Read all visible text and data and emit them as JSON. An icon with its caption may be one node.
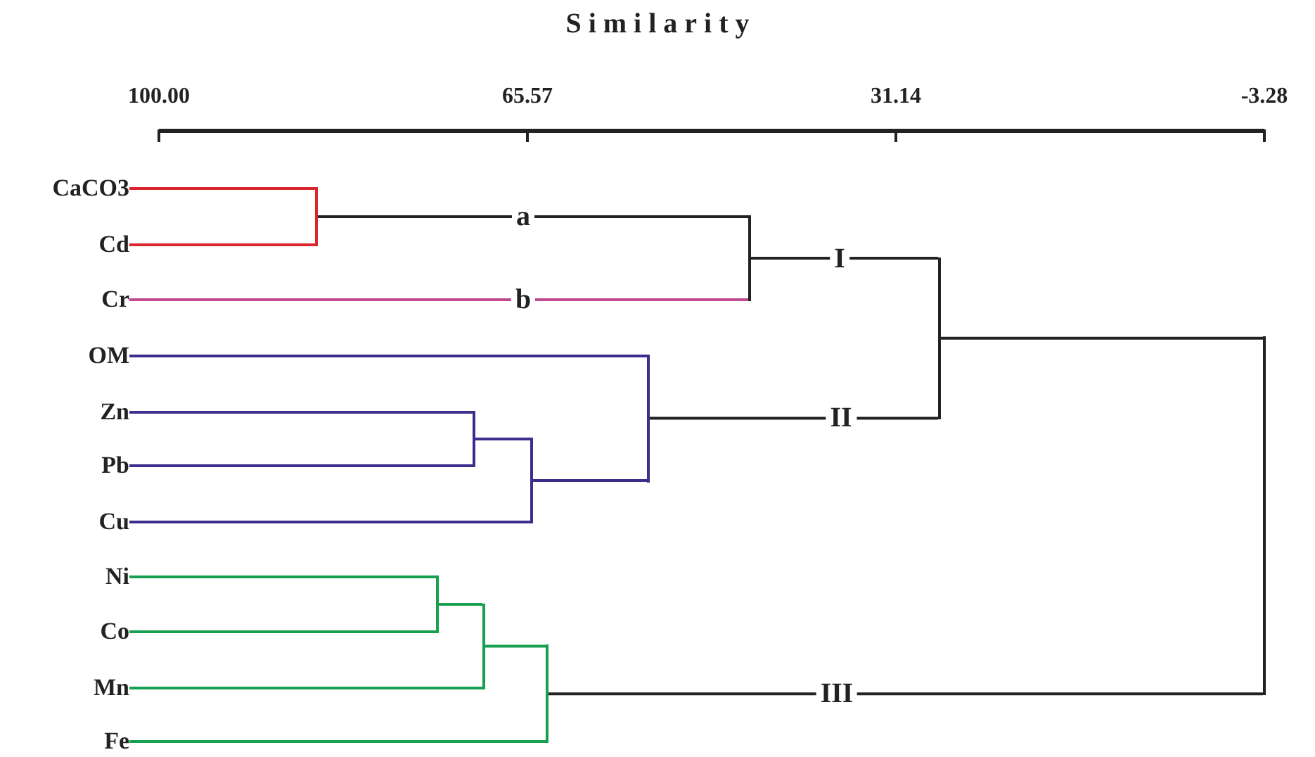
{
  "diagram": {
    "nodes": [
      {
        "text": [
          "CaCO3"
        ]
      },
      {
        "text": [
          "Cd"
        ]
      },
      {
        "text": [
          "Cr"
        ]
      },
      {
        "text": [
          "OM"
        ]
      },
      {
        "text": [
          "Zn"
        ]
      },
      {
        "text": [
          "Pb"
        ]
      },
      {
        "text": [
          "Cu"
        ]
      },
      {
        "text": [
          "Ni"
        ]
      },
      {
        "text": [
          "Co"
        ]
      },
      {
        "text": [
          "Mn"
        ]
      },
      {
        "text": [
          "Fe"
        ]
      },
      {
        "text": [],
        "shape": "bar"
      },
      {
        "text": [],
        "shape": "bar"
      },
      {
        "text": [],
        "shape": "bar"
      },
      {
        "text": [],
        "shape": "bar"
      },
      {
        "text": [],
        "shape": "bar"
      },
      {
        "text": [],
        "shape": "bar"
      },
      {
        "text": [],
        "shape": "bar"
      },
      {
        "text": [],
        "shape": "bar"
      },
      {
        "text": [],
        "shape": "bar"
      },
      {
        "text": [],
        "shape": "bar"
      }
    ],
    "edges": [
      {
        "from": 0,
        "to": 11,
        "arrow": "none",
        "color": "#d9252b"
      },
      {
        "from": 1,
        "to": 11,
        "arrow": "none",
        "color": "#d9252b"
      },
      {
        "from": 11,
        "to": 12,
        "arrow": "none",
        "label": "a",
        "color": "#222222"
      },
      {
        "from": 2,
        "to": 12,
        "arrow": "none",
        "label": "b",
        "color": "#c04a92"
      },
      {
        "from": 4,
        "to": 13,
        "arrow": "none",
        "color": "#3a2f8c"
      },
      {
        "from": 5,
        "to": 13,
        "arrow": "none",
        "color": "#3a2f8c"
      },
      {
        "from": 13,
        "to": 14,
        "arrow": "none",
        "color": "#3a2f8c"
      },
      {
        "from": 6,
        "to": 14,
        "arrow": "none",
        "color": "#3a2f8c"
      },
      {
        "from": 3,
        "to": 15,
        "arrow": "none",
        "color": "#3a2f8c"
      },
      {
        "from": 14,
        "to": 15,
        "arrow": "none",
        "color": "#3a2f8c"
      },
      {
        "from": 12,
        "to": 16,
        "arrow": "none",
        "label": "I",
        "color": "#222222"
      },
      {
        "from": 15,
        "to": 16,
        "arrow": "none",
        "label": "II",
        "color": "#222222"
      },
      {
        "from": 7,
        "to": 17,
        "arrow": "none",
        "color": "#18a050"
      },
      {
        "from": 8,
        "to": 17,
        "arrow": "none",
        "color": "#18a050"
      },
      {
        "from": 17,
        "to": 18,
        "arrow": "none",
        "color": "#18a050"
      },
      {
        "from": 9,
        "to": 18,
        "arrow": "none",
        "color": "#18a050"
      },
      {
        "from": 18,
        "to": 19,
        "arrow": "none",
        "color": "#18a050"
      },
      {
        "from": 10,
        "to": 19,
        "arrow": "none",
        "color": "#18a050"
      },
      {
        "from": 16,
        "to": 20,
        "arrow": "none",
        "color": "#222222"
      },
      {
        "from": 19,
        "to": 20,
        "arrow": "none",
        "label": "III",
        "color": "#222222"
      }
    ],
    "labels": [
      "Similarity",
      "100.00",
      "65.57",
      "31.14",
      "-3.28"
    ]
  }
}
